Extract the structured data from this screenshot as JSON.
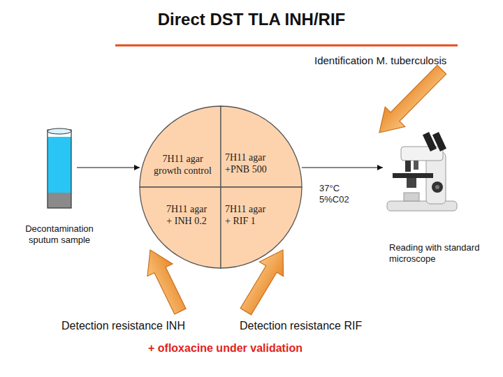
{
  "diagram": {
    "title": "Direct DST TLA INH/RIF",
    "nodes": [
      {
        "text": [
          "Decontamination sputum sample"
        ]
      },
      {
        "text": [
          "7H11 agar growth control"
        ]
      },
      {
        "text": [
          "7H11 agar +PNB 500"
        ]
      },
      {
        "text": [
          "7H11 agar + INH 0.2"
        ]
      },
      {
        "text": [
          "7H11 agar + RIF 1"
        ]
      },
      {
        "text": [
          "Reading with standard microscope"
        ]
      }
    ],
    "edges": [
      {
        "from": 0,
        "to": 1,
        "arrow": "to"
      },
      {
        "from": 2,
        "to": 5,
        "arrow": "to"
      }
    ],
    "labels": [
      "Identification M. tuberculosis",
      "37°C 5%C02",
      "Detection resistance INH",
      "Detection resistance RIF",
      "+ ofloxacine under validation"
    ]
  }
}
